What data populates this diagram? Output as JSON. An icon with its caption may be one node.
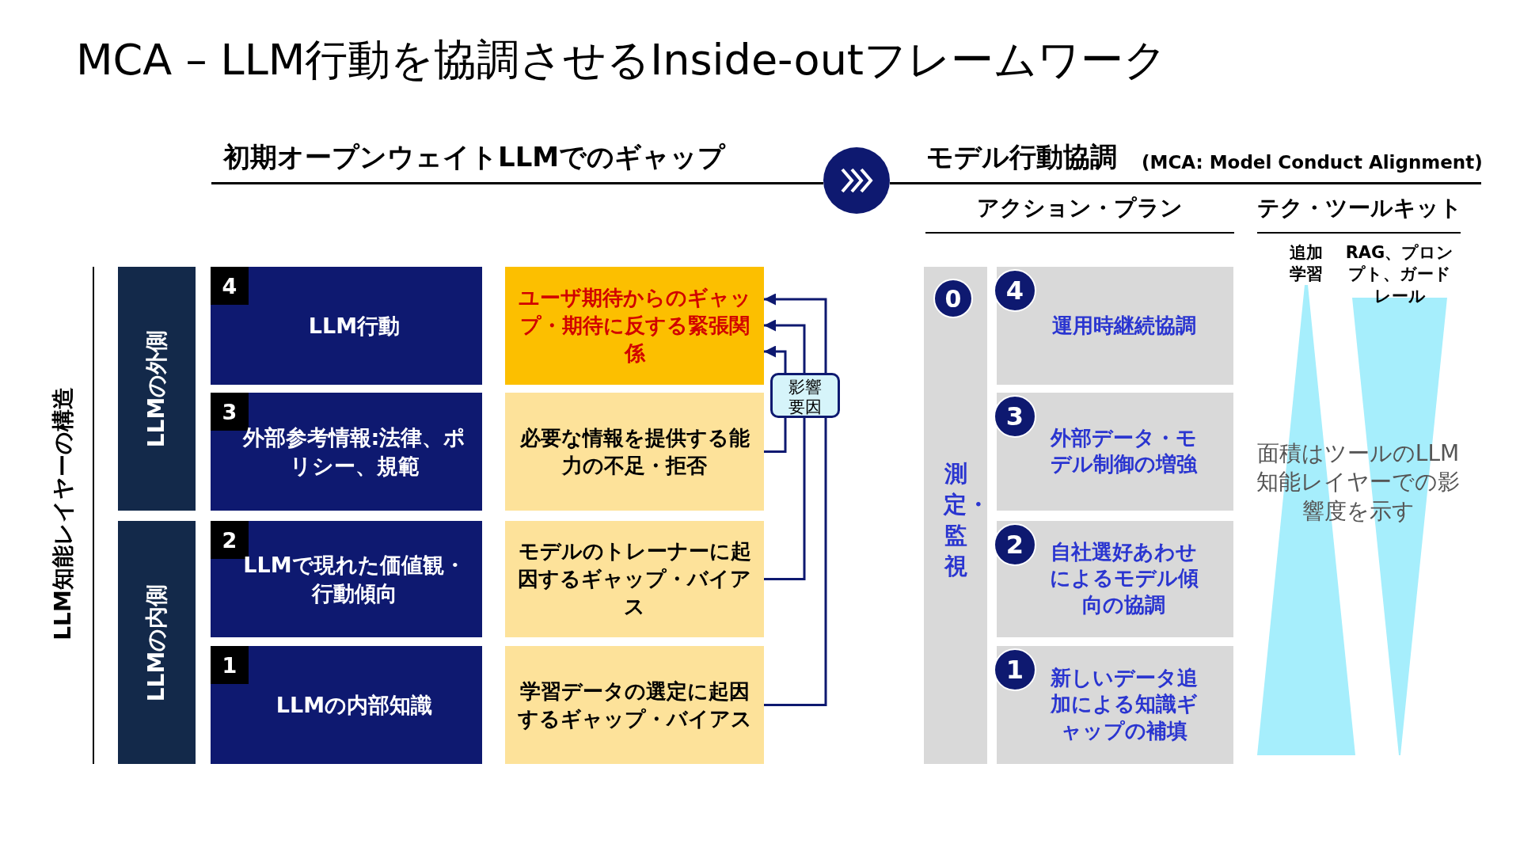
{
  "diagram": {
    "title": "MCA – LLM行動を協調させるInside-outフレームワーク",
    "nodes": [
      {
        "text": [
          "LLMの外側"
        ]
      },
      {
        "text": [
          "LLMの内側"
        ]
      },
      {
        "text": [
          "4",
          "LLM行動"
        ]
      },
      {
        "text": [
          "ユーザ期待からのギャップ・期待に反する緊張関係"
        ]
      },
      {
        "text": [
          "3",
          "外部参考情報:法律、ポリシー、規範"
        ]
      },
      {
        "text": [
          "必要な情報を提供する能力の不足・拒否"
        ]
      },
      {
        "text": [
          "2",
          "LLMで現れた価値観・行動傾向"
        ]
      },
      {
        "text": [
          "モデルのトレーナーに起因するギャップ・バイアス"
        ]
      },
      {
        "text": [
          "1",
          "LLMの内部知識"
        ]
      },
      {
        "text": [
          "学習データの選定に起因するギャップ・バイアス"
        ]
      },
      {
        "text": [
          "0",
          "測定・監視"
        ]
      },
      {
        "text": [
          "4",
          "運用時継続協調"
        ]
      },
      {
        "text": [
          "3",
          "外部データ・モデル制御の増強"
        ]
      },
      {
        "text": [
          "2",
          "自社選好あわせによるモデル傾向の協調"
        ]
      },
      {
        "text": [
          "1",
          "新しいデータ追加による知識ギャップの補填"
        ]
      },
      {
        "text": [
          "追加学習"
        ]
      },
      {
        "text": [
          "RAG、プロンプト、ガードレール"
        ]
      }
    ],
    "edges": [
      {
        "from": 5,
        "to": 3,
        "arrow": "to"
      },
      {
        "from": 7,
        "to": 3,
        "arrow": "to"
      },
      {
        "from": 9,
        "to": 3,
        "arrow": "to"
      }
    ],
    "labels": [
      "初期オープンウェイトLLMでのギャップ",
      "モデル行動協調",
      "(MCA: Model Conduct Alignment)",
      "アクション・プラン",
      "テク・ツールキット",
      "LLM知能レイヤーの構造",
      "面積はツールのLLM知能レイヤーでの影響度を示す",
      "影響要因"
    ]
  }
}
